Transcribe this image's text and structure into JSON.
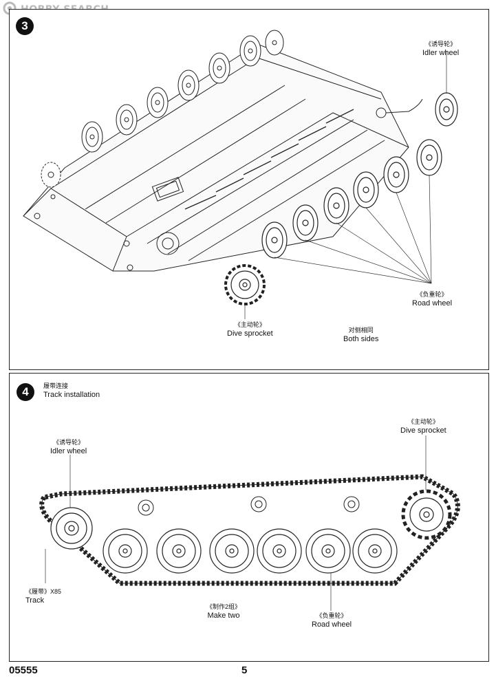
{
  "watermark": {
    "text": "HOBBY SEARCH"
  },
  "step3": {
    "number": "3",
    "idler": {
      "cn": "《诱导轮》",
      "en": "Idler wheel"
    },
    "road": {
      "cn": "《负重轮》",
      "en": "Road wheel"
    },
    "sprocket": {
      "cn": "《主动轮》",
      "en": "Dive sprocket"
    },
    "both": {
      "cn": "对侧相同",
      "en": "Both sides"
    }
  },
  "step4": {
    "number": "4",
    "title_cn": "履带连接",
    "title_en": "Track installation",
    "idler": {
      "cn": "《诱导轮》",
      "en": "Idler wheel"
    },
    "sprocket": {
      "cn": "《主动轮》",
      "en": "Dive sprocket"
    },
    "track": {
      "cn": "《履带》X85",
      "en": "Track"
    },
    "make": {
      "cn": "《制作2组》",
      "en": "Make two"
    },
    "road": {
      "cn": "《负重轮》",
      "en": "Road wheel"
    }
  },
  "footer": {
    "code": "05555",
    "page": "5"
  }
}
